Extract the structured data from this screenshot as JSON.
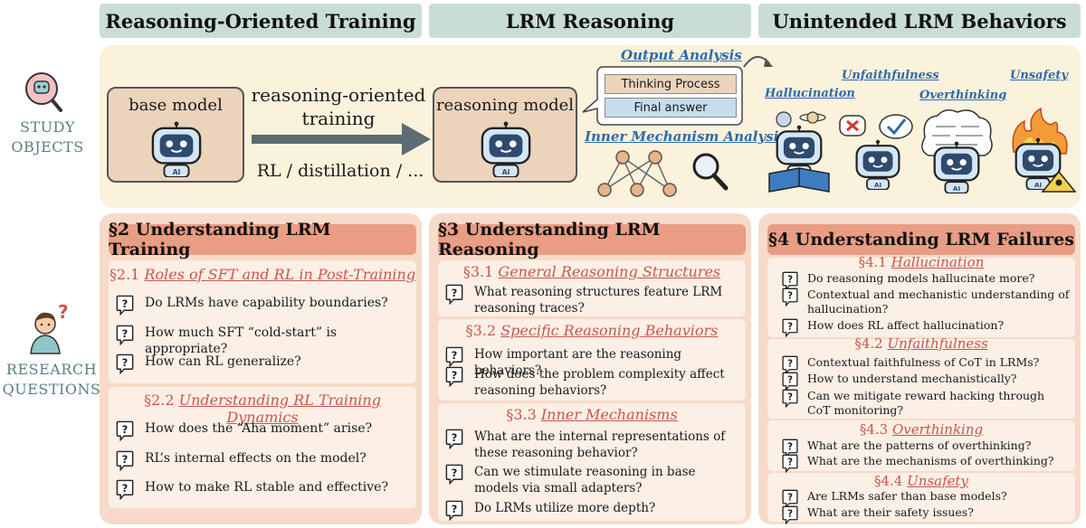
{
  "columns": [
    "Reasoning-Oriented Training",
    "LRM Reasoning",
    "Unintended LRM Behaviors"
  ],
  "study_objects_label": [
    "STUDY",
    "OBJECTS"
  ],
  "research_questions_label": [
    "RESEARCH",
    "QUESTIONS"
  ],
  "study": {
    "base_model": "base model",
    "arrow_top": [
      "reasoning-oriented",
      "training"
    ],
    "arrow_bottom": "RL / distillation / ...",
    "reasoning_model": "reasoning model",
    "output_analysis": "Output Analysis",
    "thinking_process": "Thinking Process",
    "final_answer": "Final answer",
    "inner_mechanism": "Inner Mechanism Analysis",
    "behaviors": [
      "Hallucination",
      "Unfaithfulness",
      "Overthinking",
      "Unsafety"
    ],
    "robot_tag": "AI"
  },
  "sections": [
    {
      "title": "§2 Understanding LRM Training",
      "subs": [
        {
          "num": "§2.1",
          "name": "Roles of SFT and RL in Post-Training",
          "questions": [
            "Do LRMs have capability boundaries?",
            "How much SFT “cold-start” is appropriate?",
            "How can RL generalize?"
          ]
        },
        {
          "num": "§2.2",
          "name": "Understanding RL Training Dynamics",
          "questions": [
            "How does the “Aha moment” arise?",
            "RL’s internal effects on the model?",
            "How to make RL stable and effective?"
          ]
        }
      ]
    },
    {
      "title": "§3 Understanding LRM Reasoning",
      "subs": [
        {
          "num": "§3.1",
          "name": "General Reasoning Structures",
          "questions": [
            "What reasoning structures feature LRM reasoning traces?"
          ]
        },
        {
          "num": "§3.2",
          "name": "Specific Reasoning Behaviors",
          "questions": [
            "How important are the reasoning behaviors?",
            "How does the problem complexity affect reasoning behaviors?"
          ]
        },
        {
          "num": "§3.3",
          "name": "Inner Mechanisms",
          "questions": [
            "What are the internal representations of these reasoning behavior?",
            "Can we stimulate reasoning in base models via small adapters?",
            "Do LRMs utilize more depth?"
          ]
        }
      ]
    },
    {
      "title": "§4  Understanding LRM Failures",
      "subs": [
        {
          "num": "§4.1",
          "name": "Hallucination",
          "questions": [
            "Do reasoning models hallucinate more?",
            "Contextual and mechanistic understanding of hallucination?",
            "How does RL affect hallucination?"
          ]
        },
        {
          "num": "§4.2",
          "name": "Unfaithfulness",
          "questions": [
            "Contextual faithfulness of CoT in LRMs?",
            "How to understand mechanistically?",
            "Can we mitigate reward hacking through CoT monitoring?"
          ]
        },
        {
          "num": "§4.3",
          "name": "Overthinking",
          "questions": [
            "What are the patterns of overthinking?",
            "What are the mechanisms of overthinking?"
          ]
        },
        {
          "num": "§4.4",
          "name": "Unsafety",
          "questions": [
            "Are LRMs safer than base models?",
            "What are their safety issues?"
          ]
        }
      ]
    }
  ],
  "colors": {
    "header": "#c9ddd6",
    "band": "#fbf2dc",
    "panel": "#f7dac8",
    "section_title": "#e89d84",
    "sub_head": "#c8564a",
    "link": "#2f6aa8",
    "side_label": "#5b7f86"
  },
  "icons": [
    "robot-icon",
    "question-bubble-icon",
    "magnifier-icon",
    "neural-network-icon",
    "researcher-icon",
    "study-robot-icon"
  ]
}
